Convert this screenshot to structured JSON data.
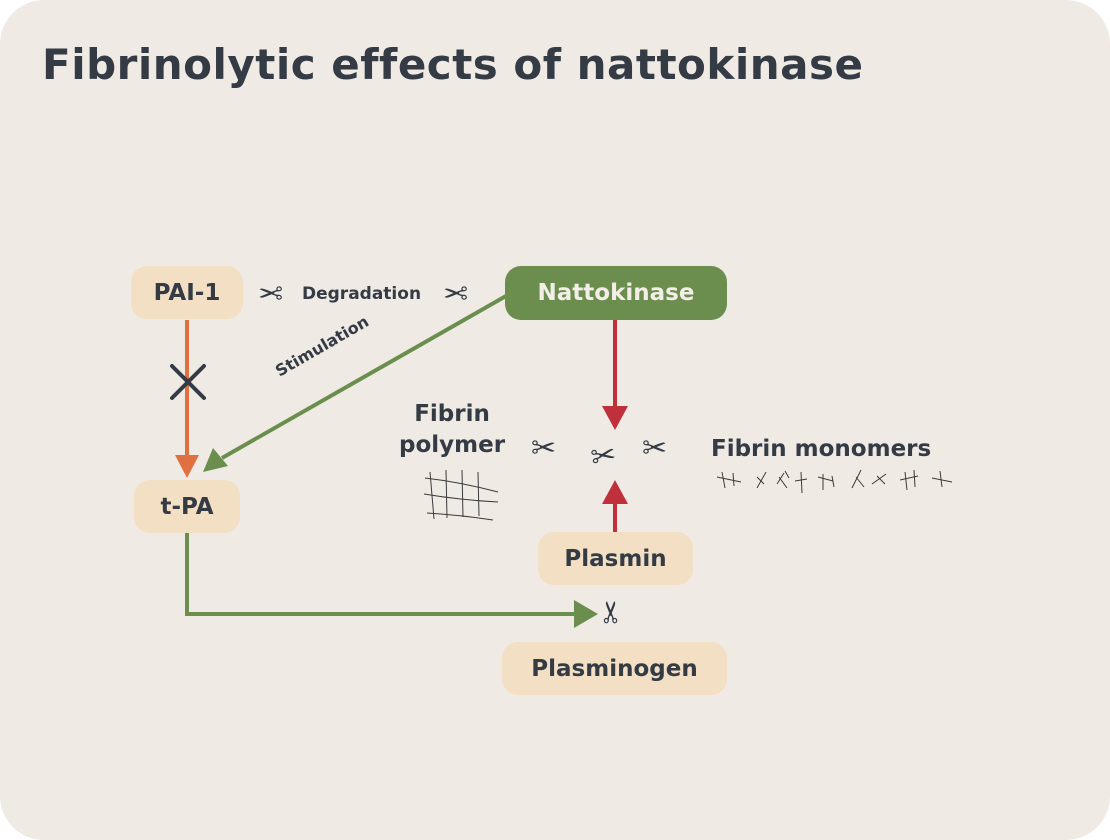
{
  "title": "Fibrinolytic effects of nattokinase",
  "nodes": {
    "pai1": "PAI-1",
    "nattokinase": "Nattokinase",
    "tpa": "t-PA",
    "plasmin": "Plasmin",
    "plasminogen": "Plasminogen"
  },
  "labels": {
    "degradation": "Degradation",
    "stimulation": "Stimulation",
    "fibrin_polymer_line1": "Fibrin",
    "fibrin_polymer_line2": "polymer",
    "fibrin_monomers": "Fibrin monomers"
  },
  "colors": {
    "background": "#f0eae5",
    "box": "#f2dfc4",
    "nattokinase": "#6b8e4e",
    "stimulation_arrow": "#6b8e4e",
    "inhibited_arrow": "#e07040",
    "cleavage_arrow": "#c0303a",
    "text": "#343b45"
  }
}
